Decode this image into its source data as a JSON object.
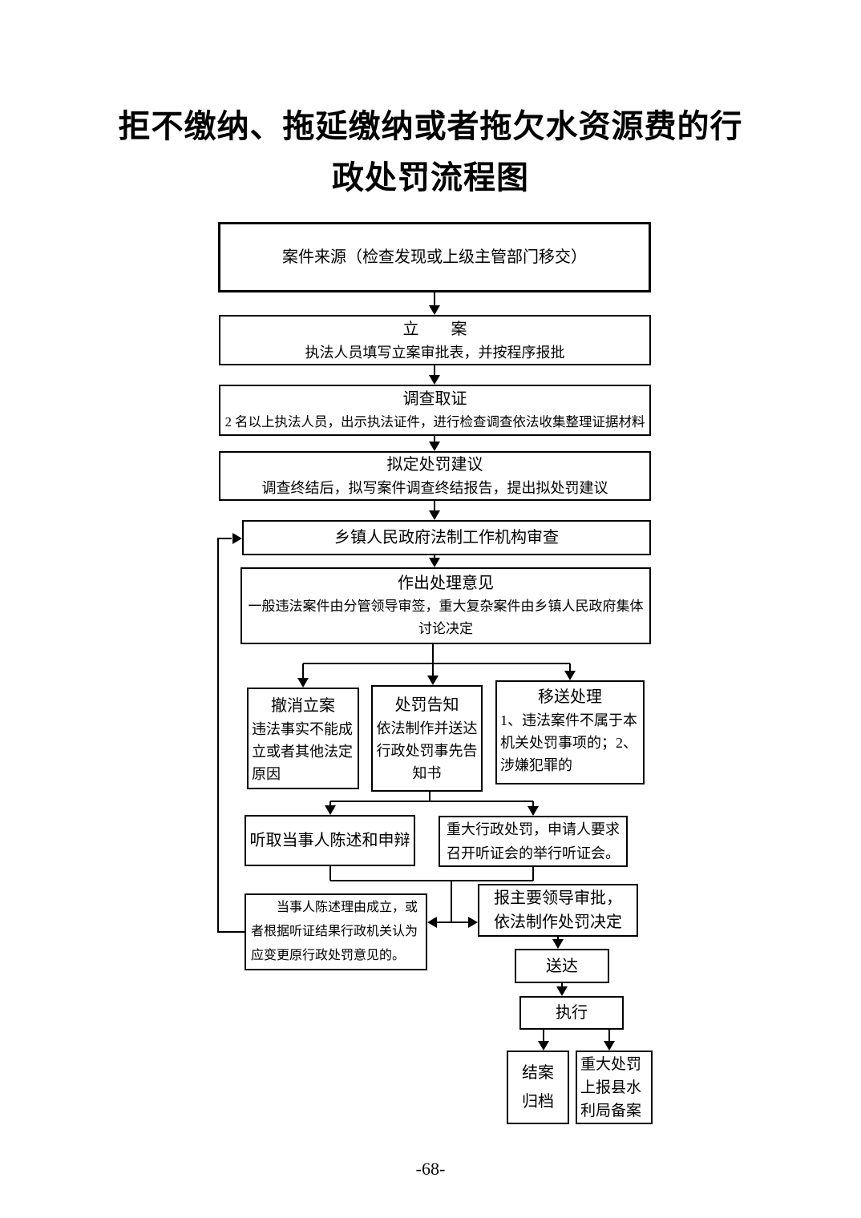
{
  "document": {
    "title_line_1": "拒不缴纳、拖延缴纳或者拖欠水资源费的行",
    "title_line_2": "政处罚流程图",
    "page_number": "-68-"
  },
  "flowchart": {
    "source": {
      "title": "案件来源（检查发现或上级主管部门移交）"
    },
    "filing": {
      "title": "立　　案",
      "desc": "执法人员填写立案审批表，并按程序报批"
    },
    "investigation": {
      "title": "调查取证",
      "desc": "2 名以上执法人员，出示执法证件，进行检查调查依法收集整理证据材料"
    },
    "proposal": {
      "title": "拟定处罚建议",
      "desc": "调查终结后，拟写案件调查终结报告，提出拟处罚建议"
    },
    "review": {
      "title": "乡镇人民政府法制工作机构审查"
    },
    "opinion": {
      "title": "作出处理意见",
      "desc": "一般违法案件由分管领导审签，重大复杂案件由乡镇人民政府集体讨论决定"
    },
    "withdraw": {
      "title": "撤消立案",
      "desc": "违法事实不能成立或者其他法定原因"
    },
    "notice": {
      "title": "处罚告知",
      "desc": "依法制作并送达行政处罚事先告知书"
    },
    "transfer": {
      "title": "移送处理",
      "desc": "1、违法案件不属于本机关处罚事项的；2、涉嫌犯罪的"
    },
    "statement": {
      "title": "听取当事人陈述和申辩"
    },
    "hearing": {
      "title": "重大行政处罚，申请人要求召开听证会的举行听证会。"
    },
    "change": {
      "title": "当事人陈述理由成立，或者根据听证结果行政机关认为应变更原行政处罚意见的。"
    },
    "decision": {
      "line1": "报主要领导审批，",
      "line2": "依法制作处罚决定"
    },
    "delivery": {
      "title": "送达"
    },
    "execution": {
      "title": "执行"
    },
    "archive": {
      "line1": "结案",
      "line2": "归档"
    },
    "report": {
      "title": "重大处罚上报县水利局备案"
    }
  }
}
